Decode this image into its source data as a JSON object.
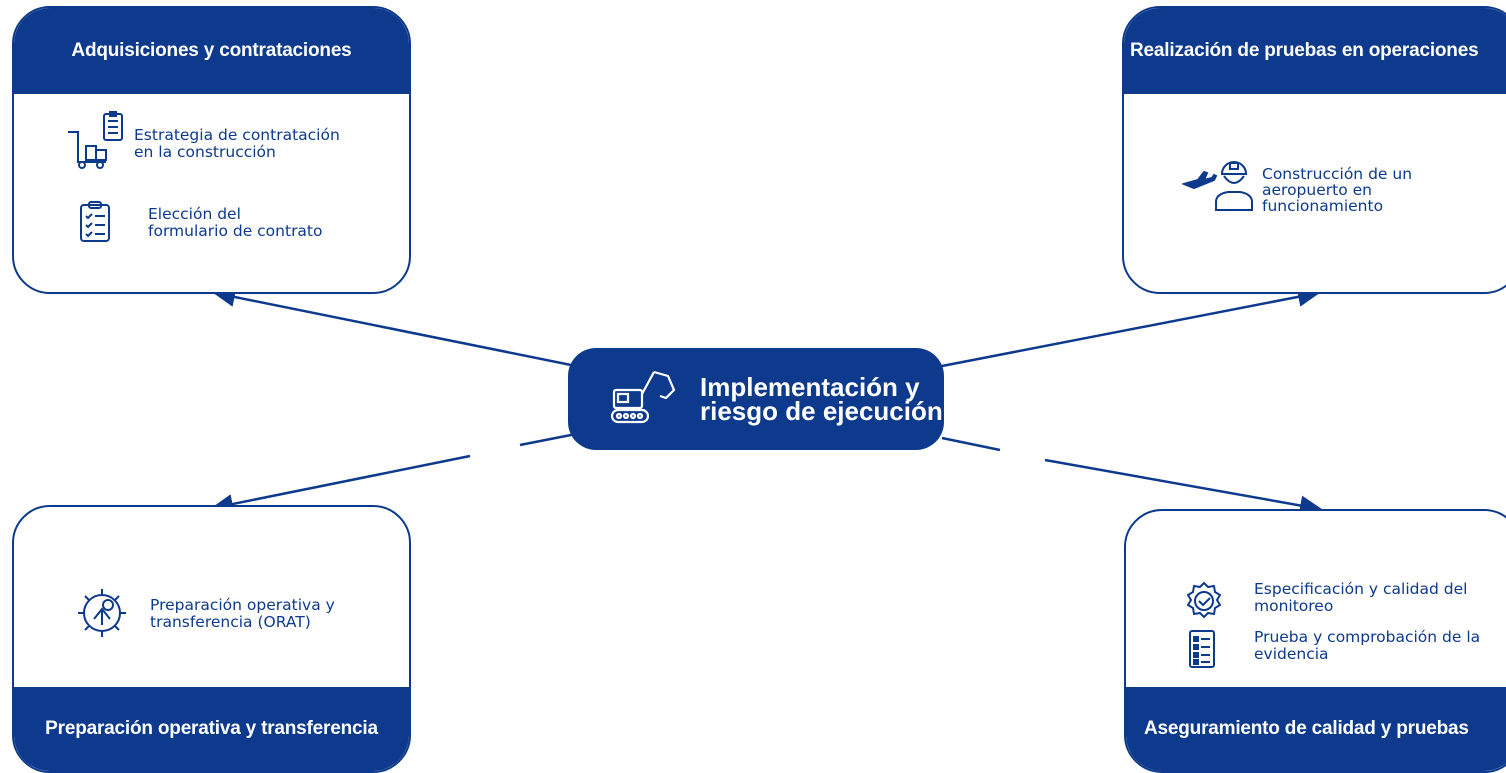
{
  "center": {
    "line1": "Implementación y",
    "line2": "riesgo de ejecución",
    "icon": "excavator-icon"
  },
  "cards": {
    "procurement": {
      "title": "Adquisiciones y contrataciones",
      "items": [
        {
          "line1": "Estrategia de contratación",
          "line2": "en la construcción",
          "icon": "procurement-cart-icon"
        },
        {
          "line1": "Elección del",
          "line2": "formulario de contrato",
          "icon": "clipboard-checklist-icon"
        }
      ]
    },
    "testing_ops": {
      "title": "Realización de pruebas en operaciones",
      "items": [
        {
          "line1": "Construcción de un",
          "line2": "aeropuerto en",
          "line3": "funcionamiento",
          "icon": "airplane-worker-icon"
        }
      ]
    },
    "readiness": {
      "title": "Preparación operativa y transferencia",
      "items": [
        {
          "line1": "Preparación operativa y",
          "line2": "transferencia (ORAT)",
          "icon": "gear-lightbulb-icon"
        }
      ]
    },
    "quality": {
      "title": "Aseguramiento de calidad y pruebas",
      "items": [
        {
          "line1": "Especificación y calidad del",
          "line2": "monitoreo",
          "icon": "check-badge-icon"
        },
        {
          "line1": "Prueba y comprobación de la",
          "line2": "evidencia",
          "icon": "document-list-icon"
        }
      ]
    }
  },
  "colors": {
    "primary": "#0d3a8c",
    "background": "#ffffff"
  }
}
